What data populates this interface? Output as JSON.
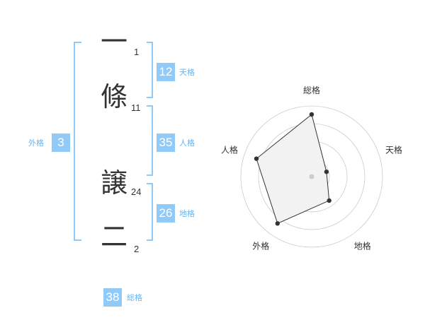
{
  "name": {
    "chars": [
      {
        "char": "一",
        "strokes": "1"
      },
      {
        "char": "條",
        "strokes": "11"
      },
      {
        "char": "譲",
        "strokes": "24"
      },
      {
        "char": "二",
        "strokes": "2"
      }
    ]
  },
  "kaku": {
    "tenkaku": {
      "value": "12",
      "label": "天格"
    },
    "jinkaku": {
      "value": "35",
      "label": "人格"
    },
    "chikaku": {
      "value": "26",
      "label": "地格"
    },
    "gaikaku": {
      "value": "3",
      "label": "外格"
    },
    "soukaku": {
      "value": "38",
      "label": "総格"
    }
  },
  "colors": {
    "accent": "#90caf9",
    "accent_text": "#64b5f6",
    "grid": "#cccccc",
    "polygon_fill": "#f2f2f2",
    "polygon_stroke": "#333333",
    "center_dot": "#cccccc"
  },
  "chart_data": {
    "type": "radar",
    "axes": [
      "総格",
      "天格",
      "地格",
      "外格",
      "人格"
    ],
    "values": [
      0.88,
      0.22,
      0.42,
      0.82,
      0.82
    ],
    "scale_max": 1,
    "rings": 4
  }
}
